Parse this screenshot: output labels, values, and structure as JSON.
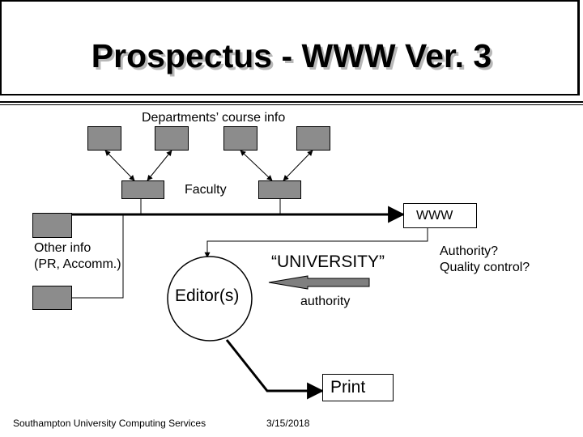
{
  "slide": {
    "title": "Prospectus - WWW Ver. 3"
  },
  "diagram": {
    "departments_label": "Departments’ course info",
    "faculty_label": "Faculty",
    "www_label": "WWW",
    "other_info_line1": "Other info",
    "other_info_line2": "(PR, Accomm.)",
    "university_label": "“UNIVERSITY”",
    "editor_label": "Editor(s)",
    "authority_label": "authority",
    "authority_q_line1": "Authority?",
    "authority_q_line2": "Quality control?",
    "print_label": "Print"
  },
  "footer": {
    "organization": "Southampton University Computing Services",
    "date": "3/15/2018"
  }
}
